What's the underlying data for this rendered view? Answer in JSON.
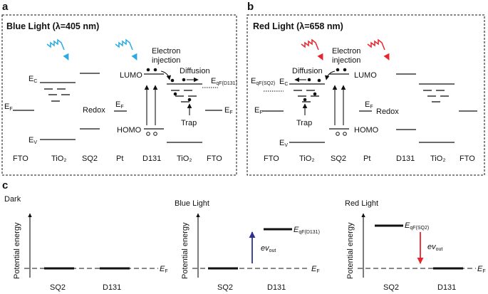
{
  "panels": {
    "a": {
      "letter": "a",
      "title": "Blue Light (λ=405 nm)",
      "bottom_labels": [
        "FTO",
        "TiO₂",
        "SQ2",
        "Pt",
        "D131",
        "TiO₂",
        "FTO"
      ],
      "annotations": {
        "ec": "E",
        "ec_sub": "C",
        "ev": "E",
        "ev_sub": "V",
        "ef1": "E",
        "ef1_sub": "F",
        "ef2": "E",
        "ef2_sub": "F",
        "ef3": "E",
        "ef3_sub": "F",
        "redox": "Redox",
        "lumo": "LUMO",
        "homo": "HOMO",
        "electron": "Electron",
        "injection": "injection",
        "diffusion": "Diffusion",
        "trap": "Trap",
        "eqf": "E",
        "eqf_sub": "qF(D131)"
      },
      "light_color": "#29abe2"
    },
    "b": {
      "letter": "b",
      "title": "Red Light (λ=658 nm)",
      "bottom_labels": [
        "FTO",
        "TiO₂",
        "SQ2",
        "Pt",
        "D131",
        "TiO₂",
        "FTO"
      ],
      "annotations": {
        "ec": "E",
        "ec_sub": "C",
        "ev": "E",
        "ev_sub": "V",
        "ef1": "E",
        "ef1_sub": "F",
        "ef2": "E",
        "ef2_sub": "F",
        "redox": "Redox",
        "lumo": "LUMO",
        "homo": "HOMO",
        "electron": "Electron",
        "injection": "injection",
        "diffusion": "Diffusion",
        "trap": "Trap",
        "eqf": "E",
        "eqf_sub": "qF(SQ2)"
      },
      "light_color": "#e8242c"
    },
    "c": {
      "letter": "c",
      "ylabel": "Potential energy",
      "subplots": [
        {
          "title": "Dark",
          "xlabels": [
            "SQ2",
            "D131"
          ],
          "ef": "E",
          "ef_sub": "F"
        },
        {
          "title": "Blue Light",
          "xlabels": [
            "SQ2",
            "D131"
          ],
          "ef": "E",
          "ef_sub": "F",
          "eqf": "E",
          "eqf_sub": "qF(D131)",
          "ev": "ev",
          "ev_sub": "out",
          "arrow_color": "#2e3192"
        },
        {
          "title": "Red Light",
          "xlabels": [
            "SQ2",
            "D131"
          ],
          "ef": "E",
          "ef_sub": "F",
          "eqf": "E",
          "eqf_sub": "qF(SQ2)",
          "ev": "ev",
          "ev_sub": "out",
          "arrow_color": "#e8242c"
        }
      ]
    }
  }
}
